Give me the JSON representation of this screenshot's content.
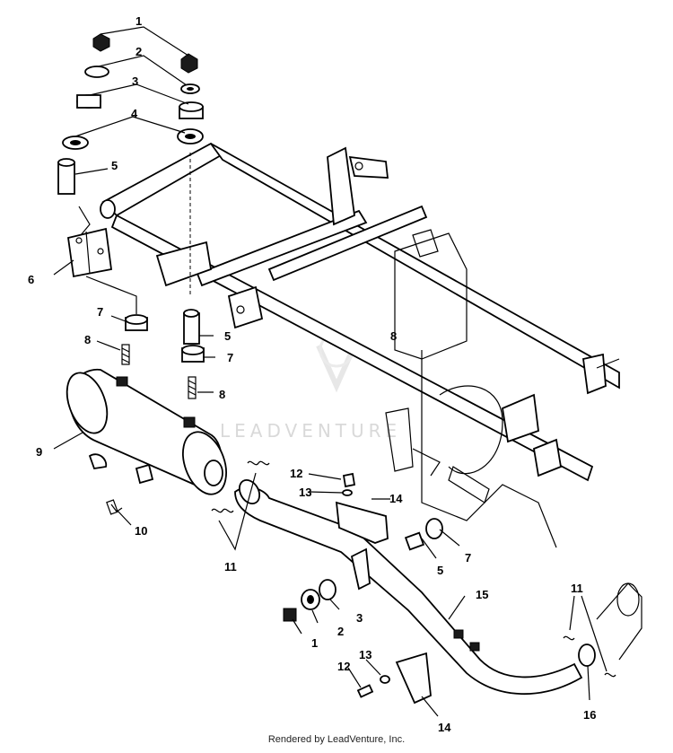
{
  "diagram": {
    "callouts": [
      "1",
      "2",
      "3",
      "4",
      "5",
      "6",
      "7",
      "8",
      "8",
      "5",
      "7",
      "8",
      "9",
      "10",
      "11",
      "12",
      "13",
      "14",
      "5",
      "7",
      "1",
      "2",
      "3",
      "15",
      "12",
      "13",
      "14",
      "11",
      "16"
    ]
  },
  "watermark": {
    "text": "LEADVENTURE"
  },
  "footer": {
    "text": "Rendered by LeadVenture, Inc."
  }
}
